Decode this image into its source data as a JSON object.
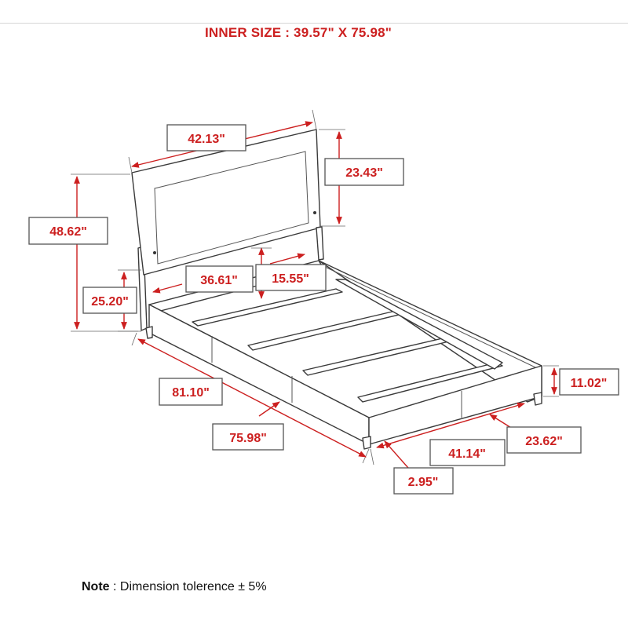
{
  "header": {
    "inner_size": "INNER SIZE : 39.57\" X 75.98\""
  },
  "dimensions": {
    "headboard_width": "42.13\"",
    "headboard_panel_height": "23.43\"",
    "total_height": "48.62\"",
    "frame_height": "25.20\"",
    "headboard_panel_width": "36.61\"",
    "headboard_panel_clearance": "15.55\"",
    "footboard_height": "11.02\"",
    "overall_length": "81.10\"",
    "inner_length": "75.98\"",
    "leg_height": "2.95\"",
    "width": "41.14\"",
    "under_clearance": "23.62\""
  },
  "note": {
    "label": "Note",
    "text": " : Dimension tolerence ± 5%"
  },
  "colors": {
    "dimension_red": "#cc1f1f",
    "outline": "#3a3a3a"
  }
}
